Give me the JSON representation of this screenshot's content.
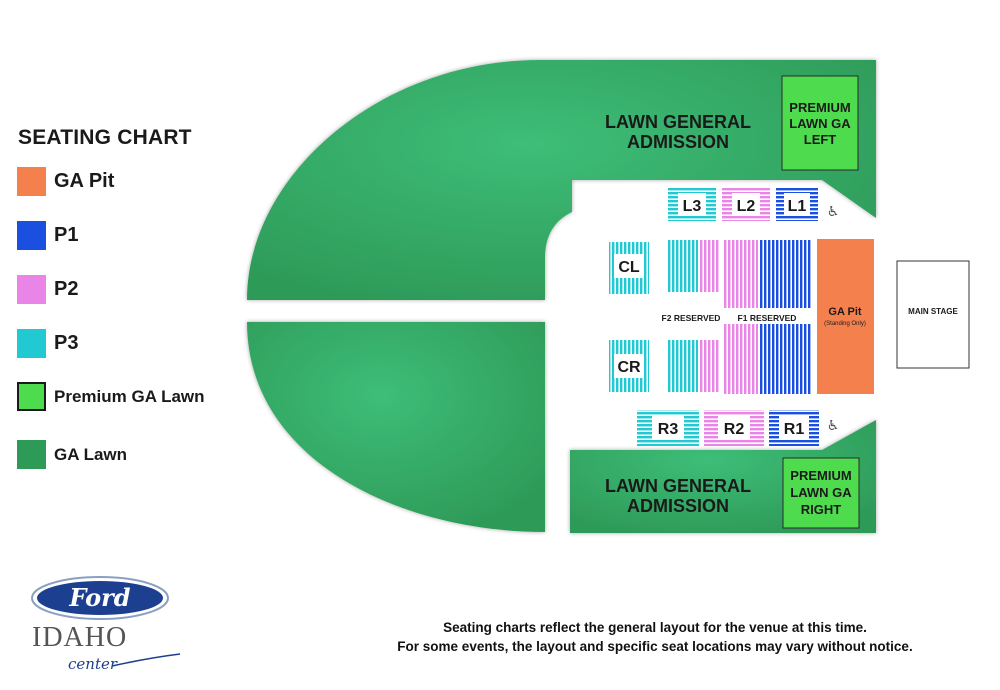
{
  "legend": {
    "title": "SEATING CHART",
    "items": [
      {
        "label": "GA Pit",
        "color": "#F4804E"
      },
      {
        "label": "P1",
        "color": "#1B4FE0"
      },
      {
        "label": "P2",
        "color": "#E985E6"
      },
      {
        "label": "P3",
        "color": "#22C8D2"
      },
      {
        "label": "Premium GA Lawn",
        "color": "#4EDC4E"
      },
      {
        "label": "GA Lawn",
        "color": "#2E9A58"
      }
    ]
  },
  "map": {
    "lawn_top_label": [
      "LAWN GENERAL",
      "ADMISSION"
    ],
    "lawn_bottom_label": [
      "LAWN GENERAL",
      "ADMISSION"
    ],
    "premium_left_label": [
      "PREMIUM",
      "LAWN GA",
      "LEFT"
    ],
    "premium_right_label": [
      "PREMIUM",
      "LAWN GA",
      "RIGHT"
    ],
    "sections": {
      "l3": "L3",
      "l2": "L2",
      "l1": "L1",
      "cl": "CL",
      "cr": "CR",
      "r3": "R3",
      "r2": "R2",
      "r1": "R1"
    },
    "f2_label": "F2 RESERVED",
    "f1_label": "F1 RESERVED",
    "ga_pit_label": "GA Pit",
    "ga_pit_sub": "(Standing Only)",
    "main_stage_label": "MAIN STAGE",
    "wheelchair_symbol": "♿"
  },
  "disclaimer": {
    "line1": "Seating charts reflect the general layout for the venue at this time.",
    "line2": "For some events, the layout and specific seat locations may vary without notice."
  },
  "logo": {
    "brand": "Ford",
    "name": "IDAHO",
    "script": "center"
  }
}
